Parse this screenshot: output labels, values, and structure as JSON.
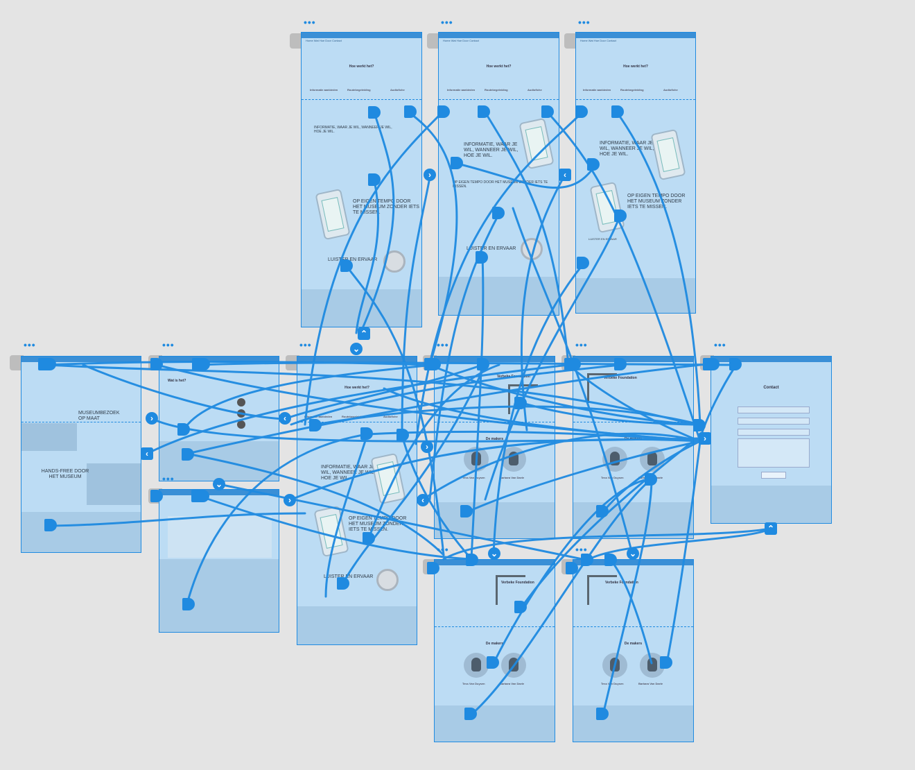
{
  "canvas": {
    "background": "#e4e4e4",
    "link_color": "#1f8ae0",
    "artboard_fill": "#bcdcf4"
  },
  "menu_glyph": "•••",
  "boards": {
    "a1": {
      "nav": "Home  Wat  Hoe  Door  Contact",
      "title": "Hoe werkt het?",
      "features": [
        "Informatie aanbieden",
        "Routebegeleiding",
        "Audiofiche"
      ],
      "h1": "INFORMATIE, WAAR JE WIL, WANNEER JE WIL, HOE JE WIL.",
      "h2": "OP EIGEN TEMPO DOOR HET MUSEUM ZONDER IETS TE MISSEN.",
      "h3": "LUISTER EN ERVAAR"
    },
    "a2": {
      "nav": "Home  Wat  Hoe  Door  Contact",
      "title": "Hoe werkt het?",
      "features": [
        "Informatie aanbieden",
        "Routebegeleiding",
        "Audiofiche"
      ],
      "h1": "INFORMATIE, WAAR JE WIL, WANNEER JE WIL, HOE JE WIL.",
      "h2": "OP EIGEN TEMPO DOOR HET MUSEUM ZONDER IETS TE MISSEN.",
      "h3": "LUISTER EN ERVAAR"
    },
    "a3": {
      "nav": "Home  Wat  Hoe  Door  Contact",
      "title": "Hoe werkt het?",
      "features": [
        "Informatie aanbieden",
        "Routebegeleiding",
        "Audiofiche"
      ],
      "h1": "INFORMATIE, WAAR JE WIL, WANNEER JE WIL, HOE JE WIL.",
      "h2": "OP EIGEN TEMPO DOOR HET MUSEUM ZONDER IETS TE MISSEN.",
      "h3": "LUISTER EN ERVAAR"
    },
    "b1": {
      "h1": "MUSEUMBEZOEK OP MAAT",
      "h2": "HANDS-FREE DOOR HET MUSEUM"
    },
    "b2": {
      "title": "Wat is het?"
    },
    "b3": {
      "title": "Hoe werkt het?",
      "features": [
        "Informatie aanbieden",
        "Routebegeleiding",
        "Audiofiche"
      ],
      "h1": "INFORMATIE, WAAR JE WIL, WANNEER JE WIL, HOE JE WIL.",
      "h2": "OP EIGEN TEMPO DOOR HET MUSEUM ZONDER IETS TE MISSEN.",
      "h3": "LUISTER EN ERVAAR"
    },
    "b4": {
      "title": "Verbeke Foundation",
      "makers": "De makers",
      "p1": "Tess Van Duysen",
      "p2": "Barbara Van Daele"
    },
    "b5": {
      "title": "Verbeke Foundation",
      "makers": "De makers",
      "p1": "Tess Van Duysen",
      "p2": "Barbara Van Daele"
    },
    "b6": {
      "title": "Contact"
    },
    "c1": {
      "title": "Verbeke Foundation",
      "makers": "De makers",
      "p1": "Tess Van Duysen",
      "p2": "Barbara Van Daele"
    },
    "c2": {
      "title": "Verbeke Foundation",
      "makers": "De makers",
      "p1": "Tess Van Duysen",
      "p2": "Barbara Van Daele"
    }
  }
}
